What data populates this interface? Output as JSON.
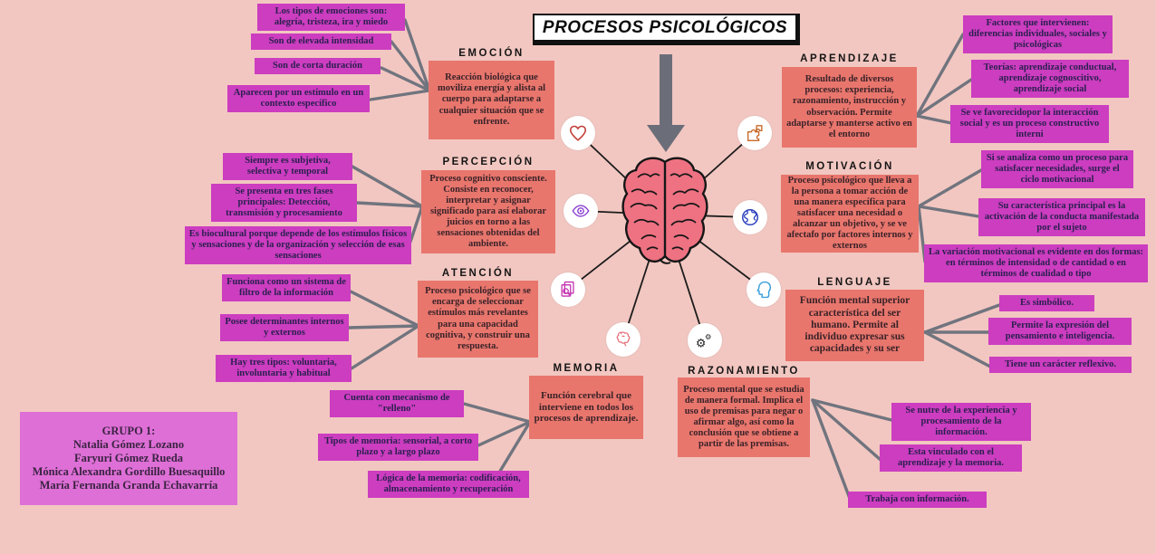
{
  "title": "PROCESOS PSICOLÓGICOS",
  "colors": {
    "background": "#f2c7c1",
    "description_box": "#e8766d",
    "point_box": "#cc3dc0",
    "credits_box": "#de6fd6",
    "connector_gray": "#70747e",
    "connector_black": "#1c1c1c",
    "title_background": "#ffffff",
    "brain_fill": "#ee7282"
  },
  "credits": {
    "heading": "GRUPO 1:",
    "members": [
      "Natalia Gómez Lozano",
      "Faryuri Gómez Rueda",
      "Mónica Alexandra Gordillo Buesaquillo",
      "María Fernanda Granda Echavarría"
    ]
  },
  "nodes": [
    {
      "label": "EMOCIÓN",
      "icon": "heart-icon",
      "description": "Reacción biológica que moviliza energía y alista al cuerpo para adaptarse a cualquier situación que se enfrente.",
      "items": [
        "Los tipos de emociones son: alegría, tristeza, ira y miedo",
        "Son de elevada intensidad",
        "Son de corta duración",
        "Aparecen por un estímulo en un contexto específico"
      ]
    },
    {
      "label": "PERCEPCIÓN",
      "icon": "eye-icon",
      "description": "Proceso cognitivo consciente. Consiste en reconocer, interpretar y asignar significado para así elaborar juicios en torno a las sensaciones obtenidas del ambiente.",
      "items": [
        "Siempre es subjetiva, selectiva y temporal",
        "Se presenta en tres fases principales: Detección, transmisión y procesamiento",
        "Es biocultural porque depende de los estímulos físicos y sensaciones y de la organización y selección de esas sensaciones"
      ]
    },
    {
      "label": "ATENCIÓN",
      "icon": "documents-search-icon",
      "description": "Proceso psicológico que se encarga de seleccionar estímulos más revelantes para una capacidad cognitiva, y construir una respuesta.",
      "items": [
        "Funciona como un sistema de filtro de la información",
        "Posee determinantes internos y externos",
        "Hay tres tipos: voluntaria, involuntaria y habitual"
      ]
    },
    {
      "label": "MEMORIA",
      "icon": "brain-icon",
      "description": "Función cerebral que interviene en todos los procesos de aprendizaje.",
      "items": [
        "Cuenta con mecanismo de \"relleno\"",
        "Tipos de memoria: sensorial, a corto plazo y a largo plazo",
        "Lógica de la memoria: codificación, almacenamiento y recuperación"
      ]
    },
    {
      "label": "APRENDIZAJE",
      "icon": "puzzle-icon",
      "description": "Resultado de diversos procesos: experiencia, razonamiento, instrucción y observación. Permite adaptarse y manterse activo en el entorno",
      "items": [
        "Factores que intervienen: diferencias individuales, sociales y psicológicas",
        "Teorías: aprendizaje conductual, aprendizaje cognoscitivo, aprendizaje social",
        "Se ve favorecidopor la interacción social y es un proceso constructivo interni"
      ]
    },
    {
      "label": "MOTIVACIÓN",
      "icon": "globe-icon",
      "description": "Proceso psicológico que lleva a la persona a tomar acción de una manera específica para satisfacer una necesidad o alcanzar un objetivo, y se ve afectafo por factores internos y externos",
      "items": [
        "Si se analiza como un proceso para satisfacer necesidades, surge el ciclo motivacional",
        "Su característica principal es la activación de la conducta manifestada por el sujeto",
        "La variación motivacional es evidente en dos formas: en términos de intensidad o de cantidad o en términos de cualidad o tipo"
      ]
    },
    {
      "label": "LENGUAJE",
      "icon": "head-profile-icon",
      "description": "Función mental superior característica del ser humano. Permite al individuo expresar sus capacidades y su ser",
      "items": [
        "Es simbólico.",
        "Permite la expresión del pensamiento e inteligencia.",
        "Tiene un carácter reflexivo."
      ]
    },
    {
      "label": "RAZONAMIENTO",
      "icon": "gears-icon",
      "description": "Proceso mental que se estudia de manera formal. Implica el uso de premisas para negar o afirmar algo, así como la conclusión que se obtiene a partir de las premisas.",
      "items": [
        "Se nutre de la experiencia y procesamiento de la información.",
        "Esta vinculado con el aprendizaje y la memoria.",
        "Trabaja con información."
      ]
    }
  ]
}
